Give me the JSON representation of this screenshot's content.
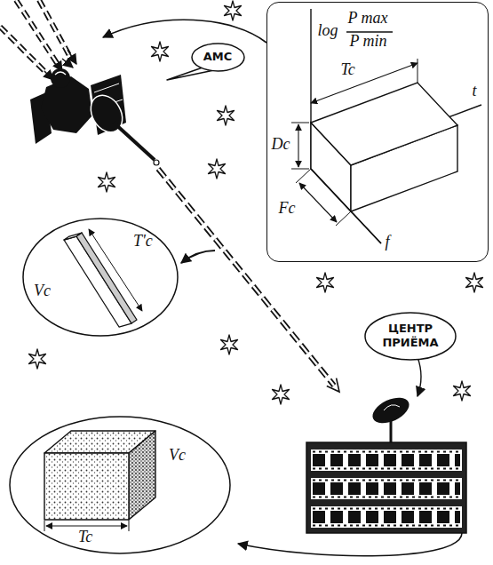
{
  "diagram": {
    "nodes": [
      {
        "text": [
          "АМС"
        ]
      },
      {
        "text": [
          "log",
          "P max",
          "P min",
          "Tc",
          "t",
          "Dc",
          "Fc",
          "f"
        ]
      },
      {
        "text": [
          "T'c",
          "Vc"
        ]
      },
      {
        "text": [
          "ЦЕНТР ПРИЁМА"
        ]
      },
      {
        "text": [
          "Vc",
          "Tc"
        ]
      }
    ]
  }
}
